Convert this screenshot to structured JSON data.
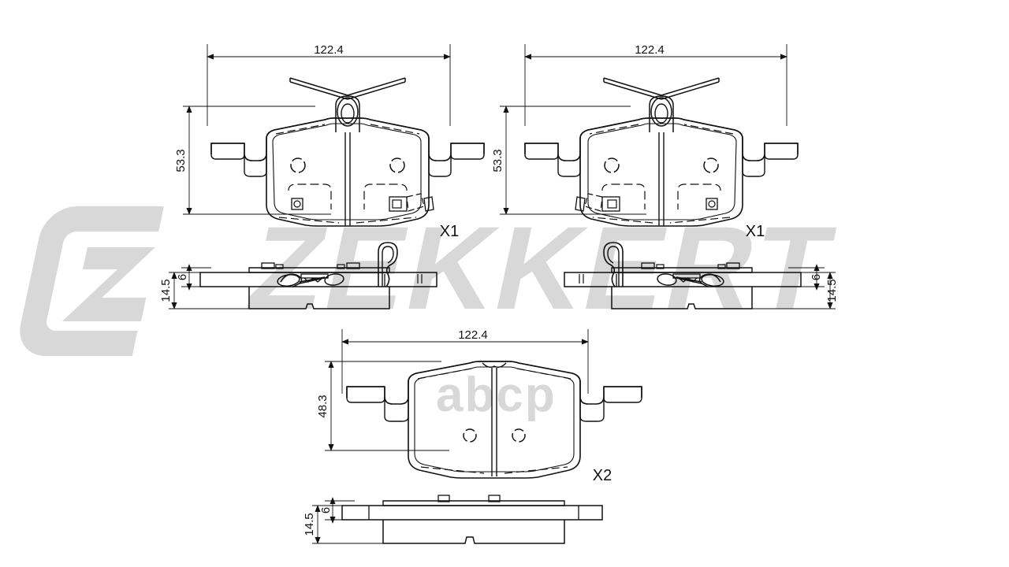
{
  "drawing": {
    "title": "Brake pad set technical drawing",
    "units": "mm",
    "watermark": {
      "brand": "ZEKKERT",
      "secondary": "abcp",
      "logo_icon": "zekkert-z-logo-icon",
      "color": "#d8d8d8"
    },
    "line_color": "#111111",
    "views": [
      {
        "id": "pad-left-front",
        "name": "left-pad-front-view",
        "width_label": "122.4",
        "height_label": "53.3",
        "qty_label": "X1"
      },
      {
        "id": "pad-right-front",
        "name": "right-pad-front-view",
        "width_label": "122.4",
        "height_label": "53.3",
        "qty_label": "X1"
      },
      {
        "id": "pad-left-side",
        "name": "left-pad-side-view",
        "total_thickness_label": "14.5",
        "friction_thickness_label": "6"
      },
      {
        "id": "pad-right-side",
        "name": "right-pad-side-view",
        "total_thickness_label": "14.5",
        "friction_thickness_label": "6"
      },
      {
        "id": "pad-bottom-front",
        "name": "bottom-pad-front-view",
        "width_label": "122.4",
        "height_label": "48.3",
        "qty_label": "X2"
      },
      {
        "id": "pad-bottom-side",
        "name": "bottom-pad-side-view",
        "total_thickness_label": "14.5",
        "friction_thickness_label": "6"
      }
    ]
  }
}
